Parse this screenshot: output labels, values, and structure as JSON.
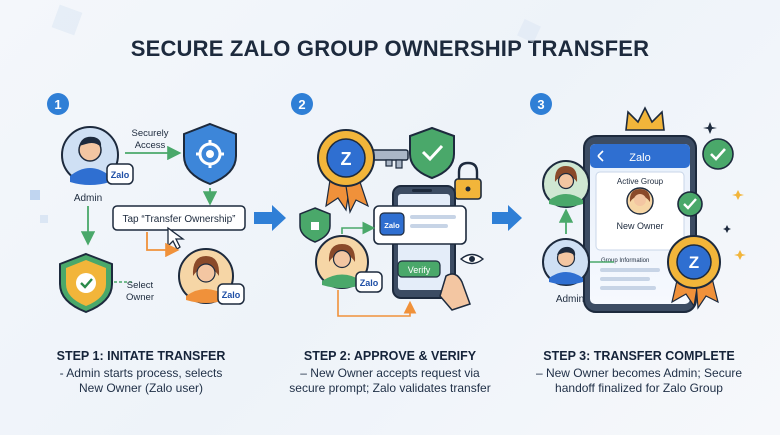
{
  "title": "SECURE ZALO GROUP OWNERSHIP TRANSFER",
  "steps": [
    {
      "number": "1",
      "heading": "STEP 1: INITATE TRANSFER",
      "desc_line1": "- Admin starts process, selects",
      "desc_line2": "New Owner (Zalo user)",
      "labels": {
        "admin": "Admin",
        "securely_line1": "Securely",
        "securely_line2": "Access",
        "tap_transfer": "Tap “Transfer Ownership”",
        "select_line1": "Select",
        "select_line2": "Owner",
        "zalo_badge_a": "Zalo",
        "zalo_badge_b": "Zalo"
      }
    },
    {
      "number": "2",
      "heading": "STEP 2: APPROVE & VERIFY",
      "desc_line1": "– New Owner accepts request via",
      "desc_line2": "secure prompt; Zalo validates transfer",
      "labels": {
        "zalo_badge_seal": "Z",
        "zalo_badge_card": "Zalo",
        "zalo_badge_owner": "Zalo",
        "verify": "Verify"
      }
    },
    {
      "number": "3",
      "heading": "STEP 3: TRANSFER COMPLETE",
      "desc_line1": "– New Owner becomes Admin; Secure",
      "desc_line2": "handoff finalized for Zalo Group",
      "labels": {
        "app_name": "Zalo",
        "active_group": "Active Group",
        "new_owner": "New Owner",
        "group_info": "Group Information",
        "admin": "Admin",
        "seal": "Z"
      }
    }
  ],
  "colors": {
    "accent_blue": "#2f6fd1",
    "deep_blue": "#1f4fa6",
    "green": "#3aa55a",
    "orange": "#f0913a",
    "gold": "#f2b53a",
    "badge_circle": "#2f7fd6"
  }
}
